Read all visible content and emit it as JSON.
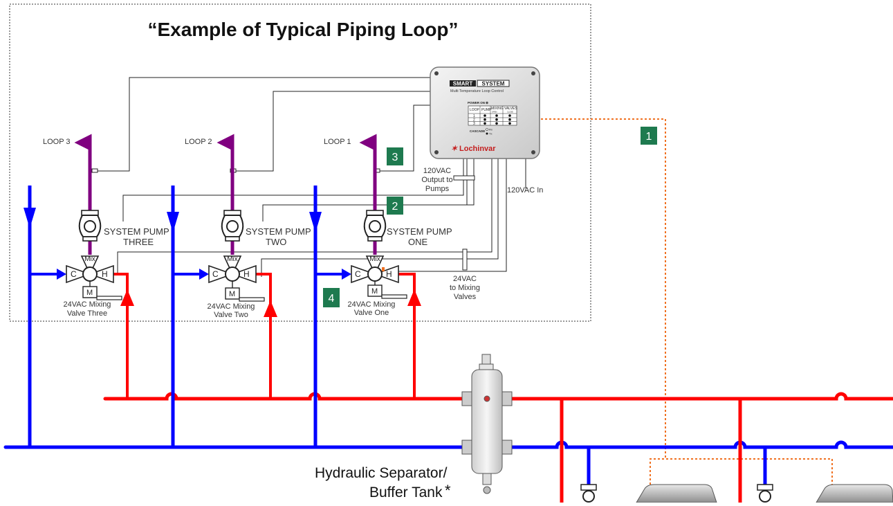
{
  "title": "“Example of Typical Piping Loop”",
  "loops": [
    {
      "label": "LOOP 3",
      "pump_line1": "SYSTEM PUMP",
      "pump_line2": "THREE",
      "valve_line1": "24VAC Mixing",
      "valve_line2": "Valve Three"
    },
    {
      "label": "LOOP 2",
      "pump_line1": "SYSTEM PUMP",
      "pump_line2": "TWO",
      "valve_line1": "24VAC Mixing",
      "valve_line2": "Valve Two"
    },
    {
      "label": "LOOP 1",
      "pump_line1": "SYSTEM PUMP",
      "pump_line2": "ONE",
      "valve_line1": "24VAC Mixing",
      "valve_line2": "Valve One"
    }
  ],
  "valve_ports": {
    "mix": "Mix",
    "cold": "C",
    "hot": "H",
    "motor": "M"
  },
  "controller": {
    "brand_left": "SMART",
    "brand_right": "SYSTEM",
    "subtitle": "Multi Temperature Loop Control",
    "power": "POWER ON",
    "col_loop": "LOOP",
    "col_pump": "PUMP",
    "col_mixing": "MIXING",
    "col_valves": "VALVES",
    "col_open": "OPEN",
    "col_close": "CLOSE",
    "rows": [
      "1",
      "2",
      "3"
    ],
    "cascade": "CASCADE",
    "rx": "Rx",
    "tx": "Tx",
    "maker": "Lochinvar"
  },
  "annotations": {
    "pumps_output_l1": "120VAC",
    "pumps_output_l2": "Output to",
    "pumps_output_l3": "Pumps",
    "power_in": "120VAC In",
    "valves_l1": "24VAC",
    "valves_l2": "to Mixing",
    "valves_l3": "Valves"
  },
  "badges": [
    "1",
    "2",
    "3",
    "4"
  ],
  "separator_l1": "Hydraulic Separator/",
  "separator_l2": "Buffer Tank",
  "asterisk": "*",
  "colors": {
    "supply": "#ff0000",
    "return": "#0000ff",
    "loop": "#800080",
    "badge": "#1e7a4f",
    "comm": "#f07020"
  }
}
